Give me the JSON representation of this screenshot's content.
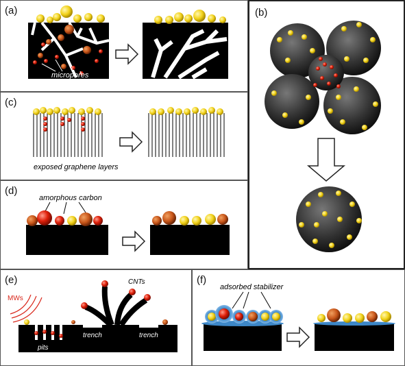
{
  "panels": {
    "a": {
      "label": "(a)",
      "annotation": "micropores"
    },
    "b": {
      "label": "(b)"
    },
    "c": {
      "label": "(c)",
      "annotation": "exposed graphene layers"
    },
    "d": {
      "label": "(d)",
      "annotation": "amorphous carbon"
    },
    "e": {
      "label": "(e)",
      "mw_label": "MWs",
      "cnt_label": "CNTs",
      "trench_label": "trench",
      "pits_label": "pits"
    },
    "f": {
      "label": "(f)",
      "annotation": "adsorbed stabilizer"
    }
  },
  "colors": {
    "pt_yellow": "#f2d21a",
    "impurity_orange": "#c8561a",
    "substrate": "#000000",
    "stabilizer_blue": "#3d87c7",
    "mw_red": "#d9281c"
  }
}
